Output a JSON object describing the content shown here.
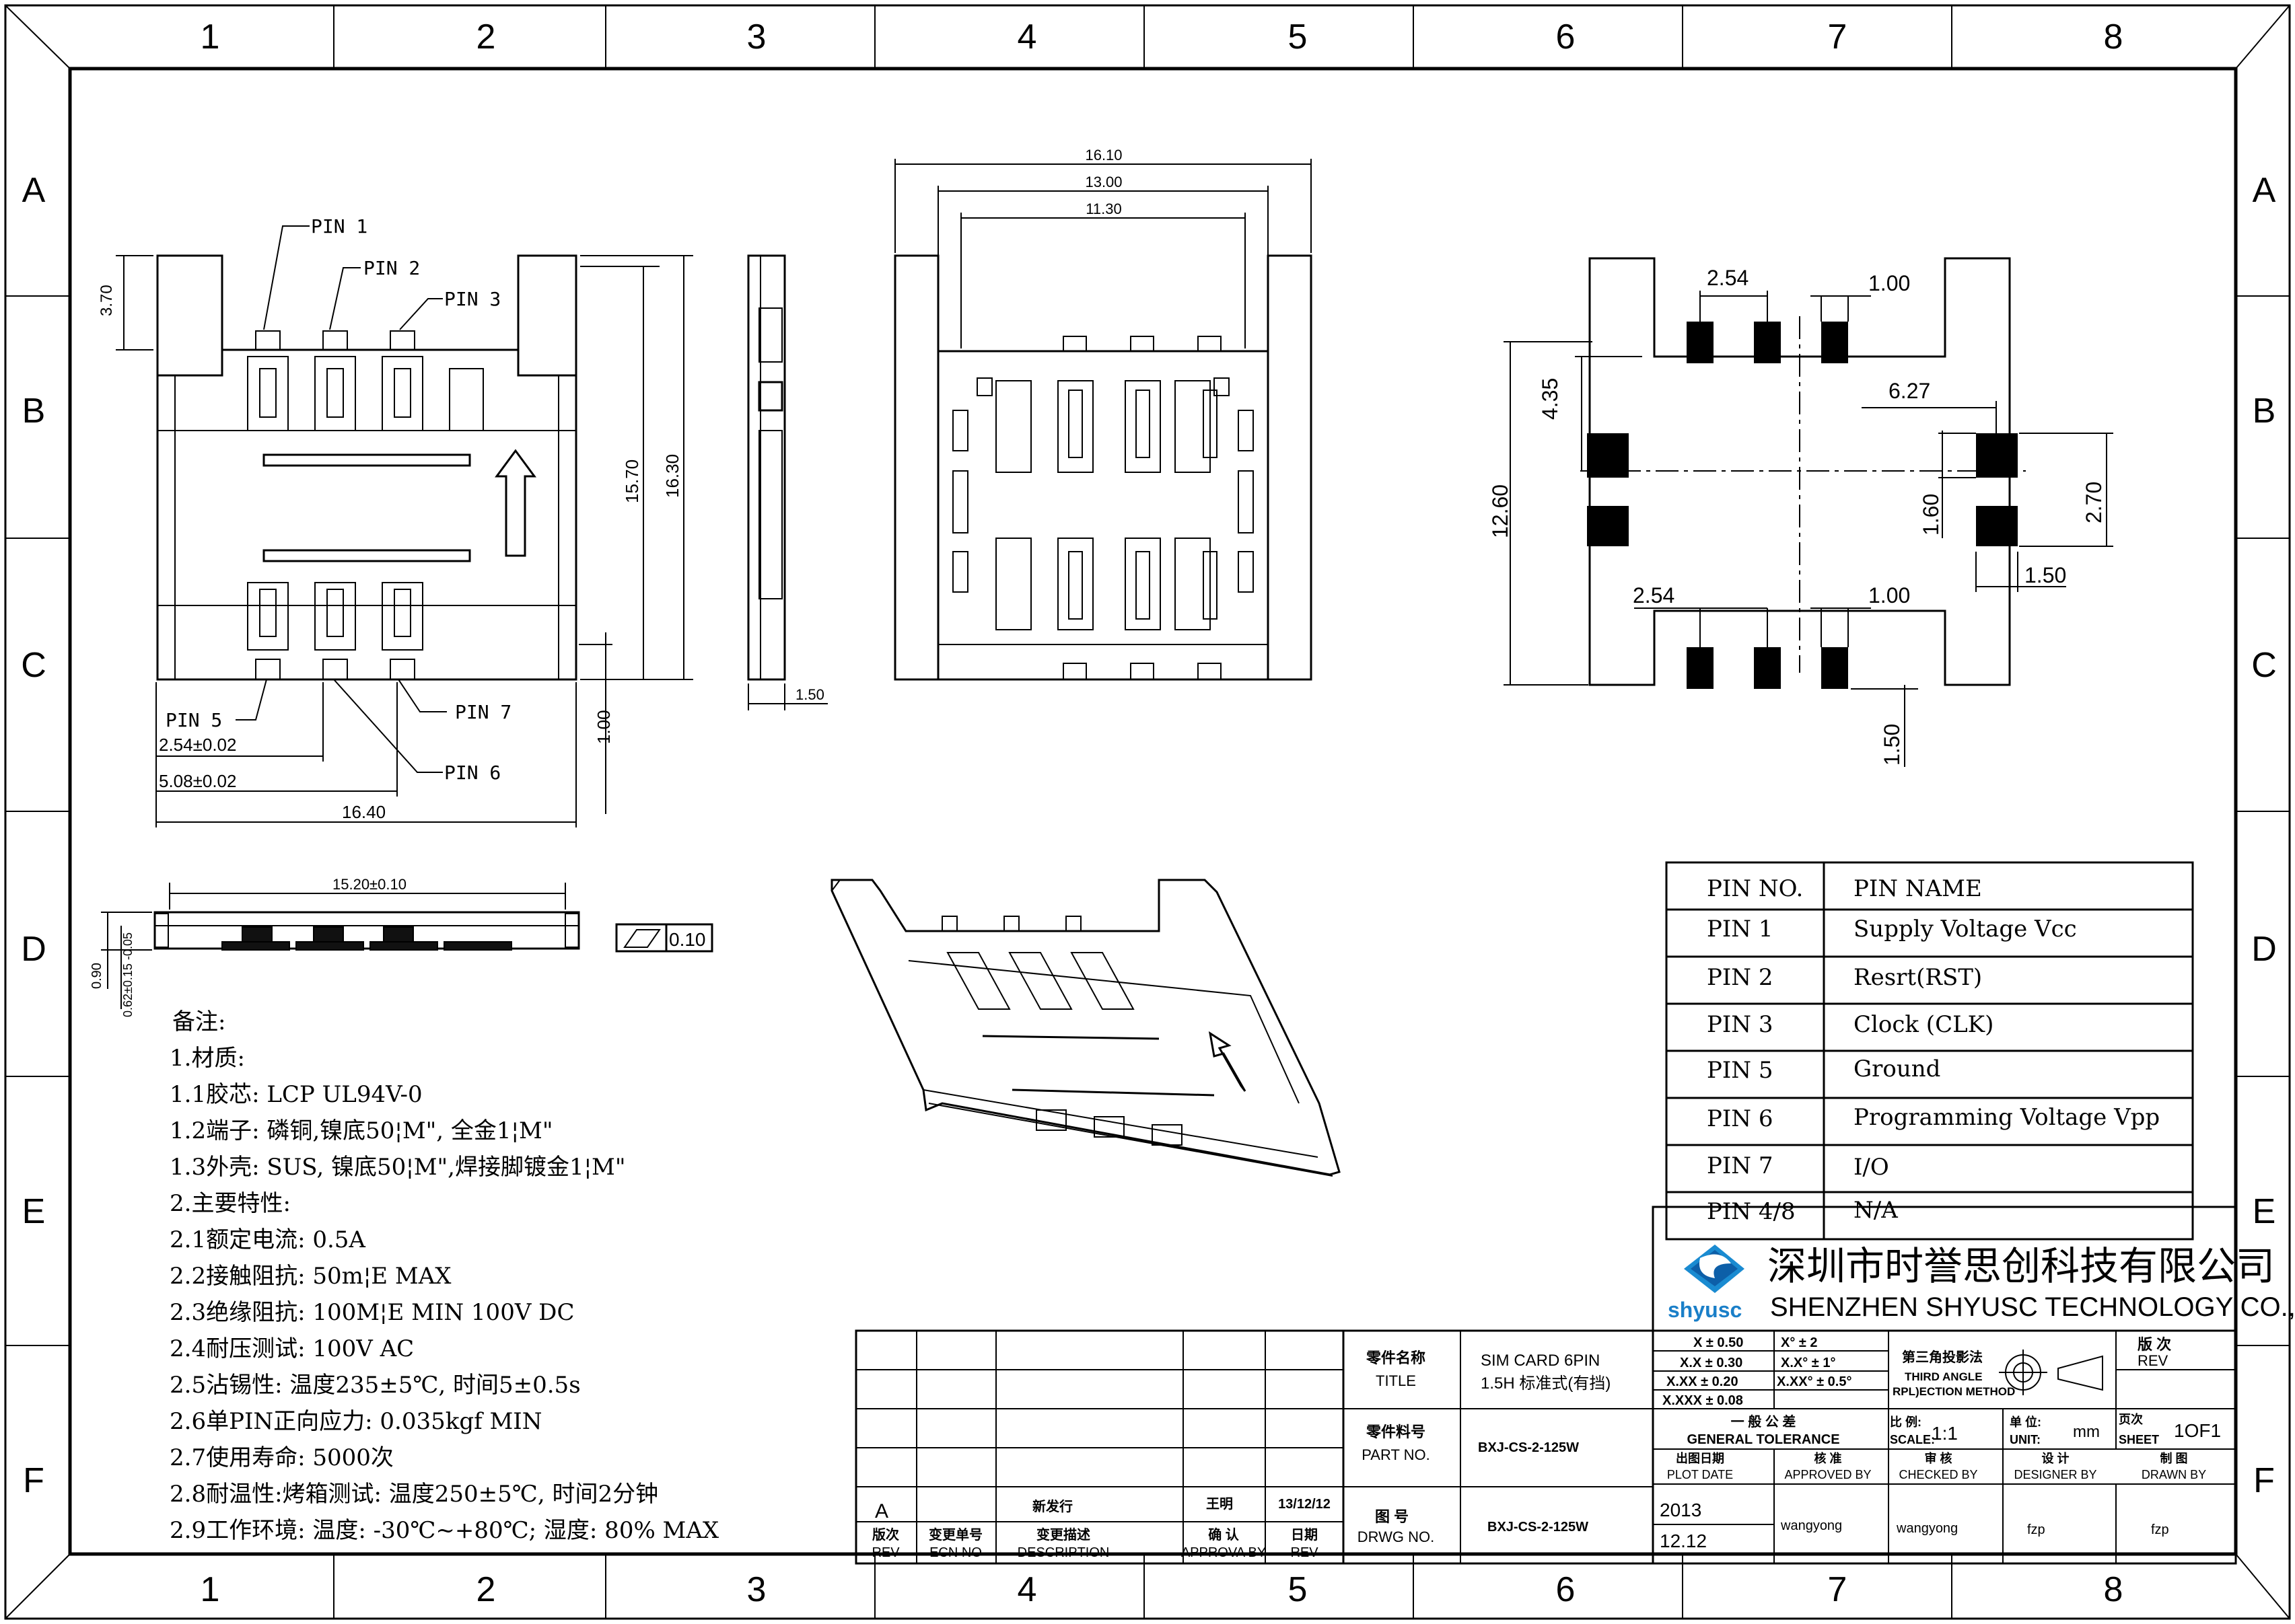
{
  "border": {
    "columns": [
      "1",
      "2",
      "3",
      "4",
      "5",
      "6",
      "7",
      "8"
    ],
    "rows": [
      "A",
      "B",
      "C",
      "D",
      "E",
      "F"
    ]
  },
  "front_view": {
    "pins": [
      "PIN 1",
      "PIN 2",
      "PIN 3",
      "PIN 5",
      "PIN 6",
      "PIN 7"
    ],
    "dims": [
      "3.70",
      "15.70",
      "16.30",
      "1.00",
      "2.54±0.02",
      "5.08±0.02",
      "16.40"
    ]
  },
  "side_view": {
    "dims": [
      "1.50"
    ]
  },
  "top_view": {
    "dims": [
      "16.10",
      "13.00",
      "11.30"
    ]
  },
  "profile_view": {
    "dims": [
      "15.20±0.10",
      "0.90",
      "0.62±0.15 -0.05"
    ],
    "flatness": "0.10"
  },
  "footprint": {
    "dims": [
      "2.54",
      "1.00",
      "4.35",
      "6.27",
      "12.60",
      "1.60",
      "2.70",
      "1.50",
      "2.54",
      "1.00",
      "1.50"
    ]
  },
  "notes": {
    "title": "备注:",
    "lines": [
      "1.材质:",
      "1.1胶芯: LCP UL94V-0",
      "1.2端子: 磷铜,镍底50¦M\", 全金1¦M\"",
      "1.3外壳: SUS, 镍底50¦M\",焊接脚镀金1¦M\"",
      "2.主要特性:",
      "2.1额定电流: 0.5A",
      "2.2接触阻抗: 50m¦E MAX",
      "2.3绝缘阻抗: 100M¦E MIN 100V DC",
      "2.4耐压测试: 100V AC",
      "2.5沾锡性: 温度235±5℃, 时间5±0.5s",
      "2.6单PIN正向应力: 0.035kgf MIN",
      "2.7使用寿命: 5000次",
      "2.8耐温性:烤箱测试: 温度250±5℃, 时间2分钟",
      "2.9工作环境: 温度: -30℃~+80℃; 湿度: 80% MAX"
    ]
  },
  "pin_table": {
    "header": [
      "PIN NO.",
      "PIN NAME"
    ],
    "rows": [
      [
        "PIN 1",
        "Supply Voltage Vcc"
      ],
      [
        "PIN 2",
        "Resrt(RST)"
      ],
      [
        "PIN 3",
        "Clock (CLK)"
      ],
      [
        "PIN 5",
        "Ground"
      ],
      [
        "PIN 6",
        "Programming Voltage Vpp"
      ],
      [
        "PIN 7",
        "I/O"
      ],
      [
        "PIN 4/8",
        "N/A"
      ]
    ]
  },
  "company": {
    "logo_text": "shyusc",
    "name_cn": "深圳市时誉思创科技有限公司",
    "name_en": "SHENZHEN SHYUSC TECHNOLOGY CO.,LTD"
  },
  "title_block": {
    "revision": {
      "rev": "A",
      "desc": "新发行",
      "approver": "王明",
      "date": "13/12/12",
      "headers": [
        {
          "cn": "版次",
          "en": "REV"
        },
        {
          "cn": "变更单号",
          "en": "ECN NO"
        },
        {
          "cn": "变更描述",
          "en": "DESCRIPTION"
        },
        {
          "cn": "确 认",
          "en": "APPROVA BY"
        },
        {
          "cn": "日期",
          "en": "REV"
        }
      ]
    },
    "title_label": {
      "cn": "零件名称",
      "en": "TITLE"
    },
    "title_value": [
      "SIM CARD 6PIN",
      "1.5H 标准式(有挡)"
    ],
    "part_label": {
      "cn": "零件料号",
      "en": "PART NO."
    },
    "part_value": "BXJ-CS-2-125W",
    "drwg_label": {
      "cn": "图 号",
      "en": "DRWG NO."
    },
    "drwg_value": "BXJ-CS-2-125W",
    "tolerances": [
      [
        "X ± 0.50",
        "X° ± 2"
      ],
      [
        "X.X ± 0.30",
        "X.X° ± 1°"
      ],
      [
        "X.XX ± 0.20",
        "X.XX° ± 0.5°"
      ],
      [
        "X.XXX ± 0.08",
        ""
      ]
    ],
    "general_tolerance": {
      "cn": "一 般 公 差",
      "en": "GENERAL TOLERANCE"
    },
    "projection": {
      "cn": "第三角投影法",
      "en1": "THIRD ANGLE",
      "en2": "RPL)ECTION METHOD"
    },
    "rev_label": {
      "cn": "版 次",
      "en": "REV"
    },
    "scale": {
      "cn": "比 例:",
      "en": "SCALE:",
      "value": "1:1"
    },
    "unit": {
      "cn": "单 位:",
      "en": "UNIT:",
      "value": "mm"
    },
    "sheet": {
      "cn": "页次",
      "en": "SHEET",
      "value": "1OF1"
    },
    "signoff_headers": [
      {
        "cn": "出图日期",
        "en": "PLOT DATE"
      },
      {
        "cn": "核 准",
        "en": "APPROVED BY"
      },
      {
        "cn": "审 核",
        "en": "CHECKED BY"
      },
      {
        "cn": "设 计",
        "en": "DESIGNER BY"
      },
      {
        "cn": "制 图",
        "en": "DRAWN BY"
      }
    ],
    "signoff_values": {
      "year": "2013",
      "date": "12.12",
      "approved": "wangyong",
      "checked": "wangyong",
      "designer": "fzp",
      "drawn": "fzp"
    }
  }
}
